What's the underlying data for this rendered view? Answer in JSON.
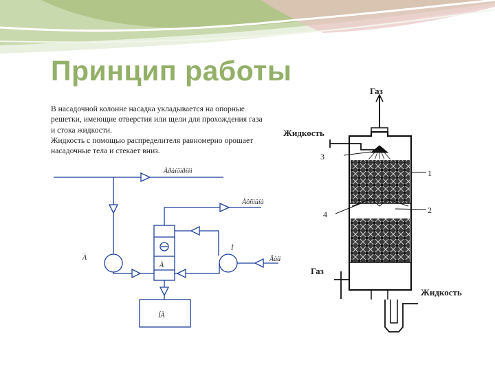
{
  "slide": {
    "title": "Принцип работы",
    "paragraphs": [
      "В насадочной колонне насадка укладывается на опорные решетки, имеющие отверстия или щели для прохождения газа и стока жидкости.",
      "Жидкость с помощью распределителя равномерно орошает насадочные тела и стекает вниз."
    ]
  },
  "left_diagram": {
    "labels": {
      "top_line": "Àðàíöìðíèì",
      "mid_line": "Àôñìüíà",
      "right_input": "Âàä",
      "pump_left": "À",
      "pump_right": "Ì",
      "column": "À",
      "tank": "ÍÀ"
    }
  },
  "right_diagram": {
    "labels": {
      "gas_out": "Газ",
      "liquid_in": "Жидкость",
      "gas_in": "Газ",
      "liquid_out": "Жидкость",
      "num_1": "1",
      "num_2": "2",
      "num_3": "3",
      "num_4": "4"
    }
  }
}
